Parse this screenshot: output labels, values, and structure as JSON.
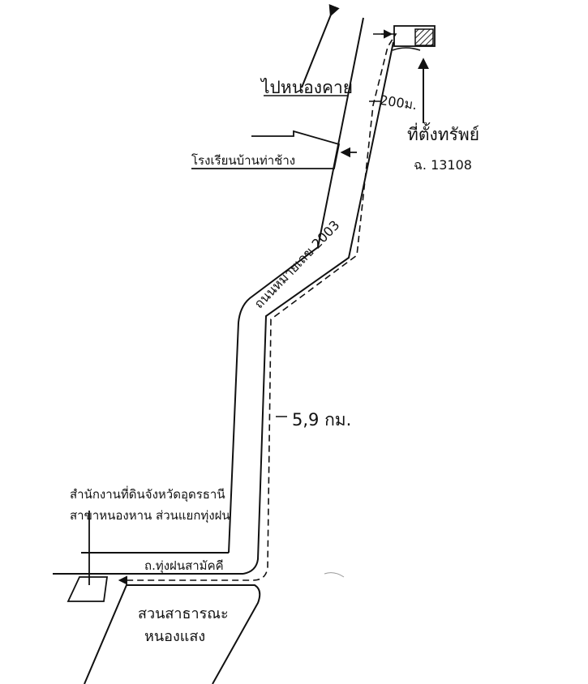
{
  "labels": {
    "to_nong_khai": "ไปหนองคาย",
    "distance_short": "200ม.",
    "property_location": "ที่ตั้งทรัพย์",
    "property_code": "ฉ. 13108",
    "school": "โรงเรียนบ้านท่าช้าง",
    "road_2003": "ถนนหมายเลข 2003",
    "distance_long": "5,9 กม.",
    "land_office_line1": "สำนักงานที่ดินจังหวัดอุดรธานี",
    "land_office_line2": "สาขาหนองหาน ส่วนแยกทุ่งฝน",
    "road_thung_fon": "ถ.ทุ่งฝนสามัคคี",
    "park_line1": "สวนสาธารณะ",
    "park_line2": "หนองแสง"
  },
  "colors": {
    "ink": "#111111",
    "hatch": "#333333",
    "background": "#ffffff"
  }
}
